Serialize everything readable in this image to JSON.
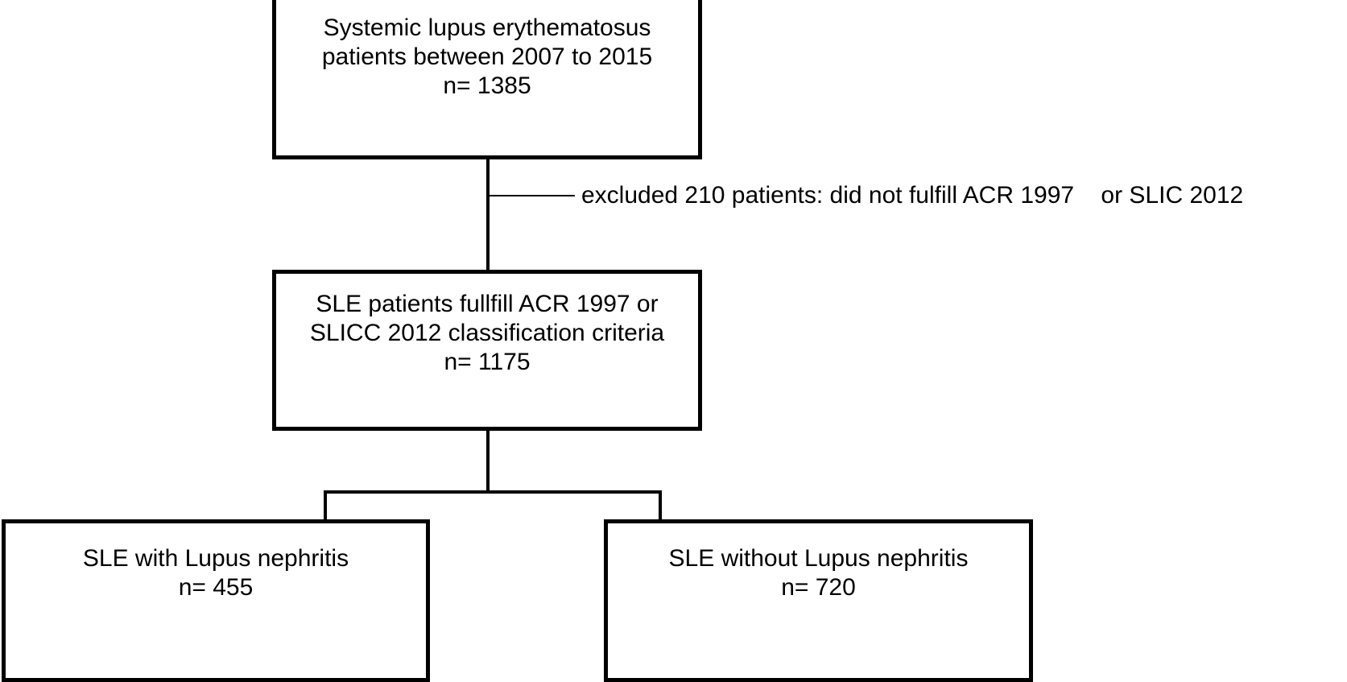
{
  "diagram": {
    "type": "patient-selection-flowchart",
    "nodes": {
      "cohort": {
        "label": "Systemic lupus erythematosus\npatients between 2007 to 2015\nn= 1385",
        "line1": "Systemic lupus erythematosus",
        "line2": "patients between 2007 to 2015",
        "count_label": "n= 1385",
        "count": 1385,
        "period_start": 2007,
        "period_end": 2015
      },
      "included": {
        "label": "SLE patients fullfill ACR 1997 or\nSLICC 2012 classification criteria\nn= 1175",
        "line1": "SLE patients fullfill ACR 1997 or",
        "line2": "SLICC 2012 classification criteria",
        "count_label": "n= 1175",
        "count": 1175
      },
      "with_nephritis": {
        "label": "SLE with Lupus nephritis\nn= 455",
        "line1": "SLE with Lupus nephritis",
        "count_label": "n= 455",
        "count": 455
      },
      "without_nephritis": {
        "label": "SLE without Lupus nephritis\nn= 720",
        "line1": "SLE without Lupus nephritis",
        "count_label": "n= 720",
        "count": 720
      }
    },
    "annotations": {
      "exclusion": "excluded 210 patients: did not fulfill ACR 1997    or SLIC 2012",
      "excluded_count": 210
    },
    "colors": {
      "stroke": "#000000",
      "fill": "#ffffff",
      "text": "#000000"
    }
  }
}
